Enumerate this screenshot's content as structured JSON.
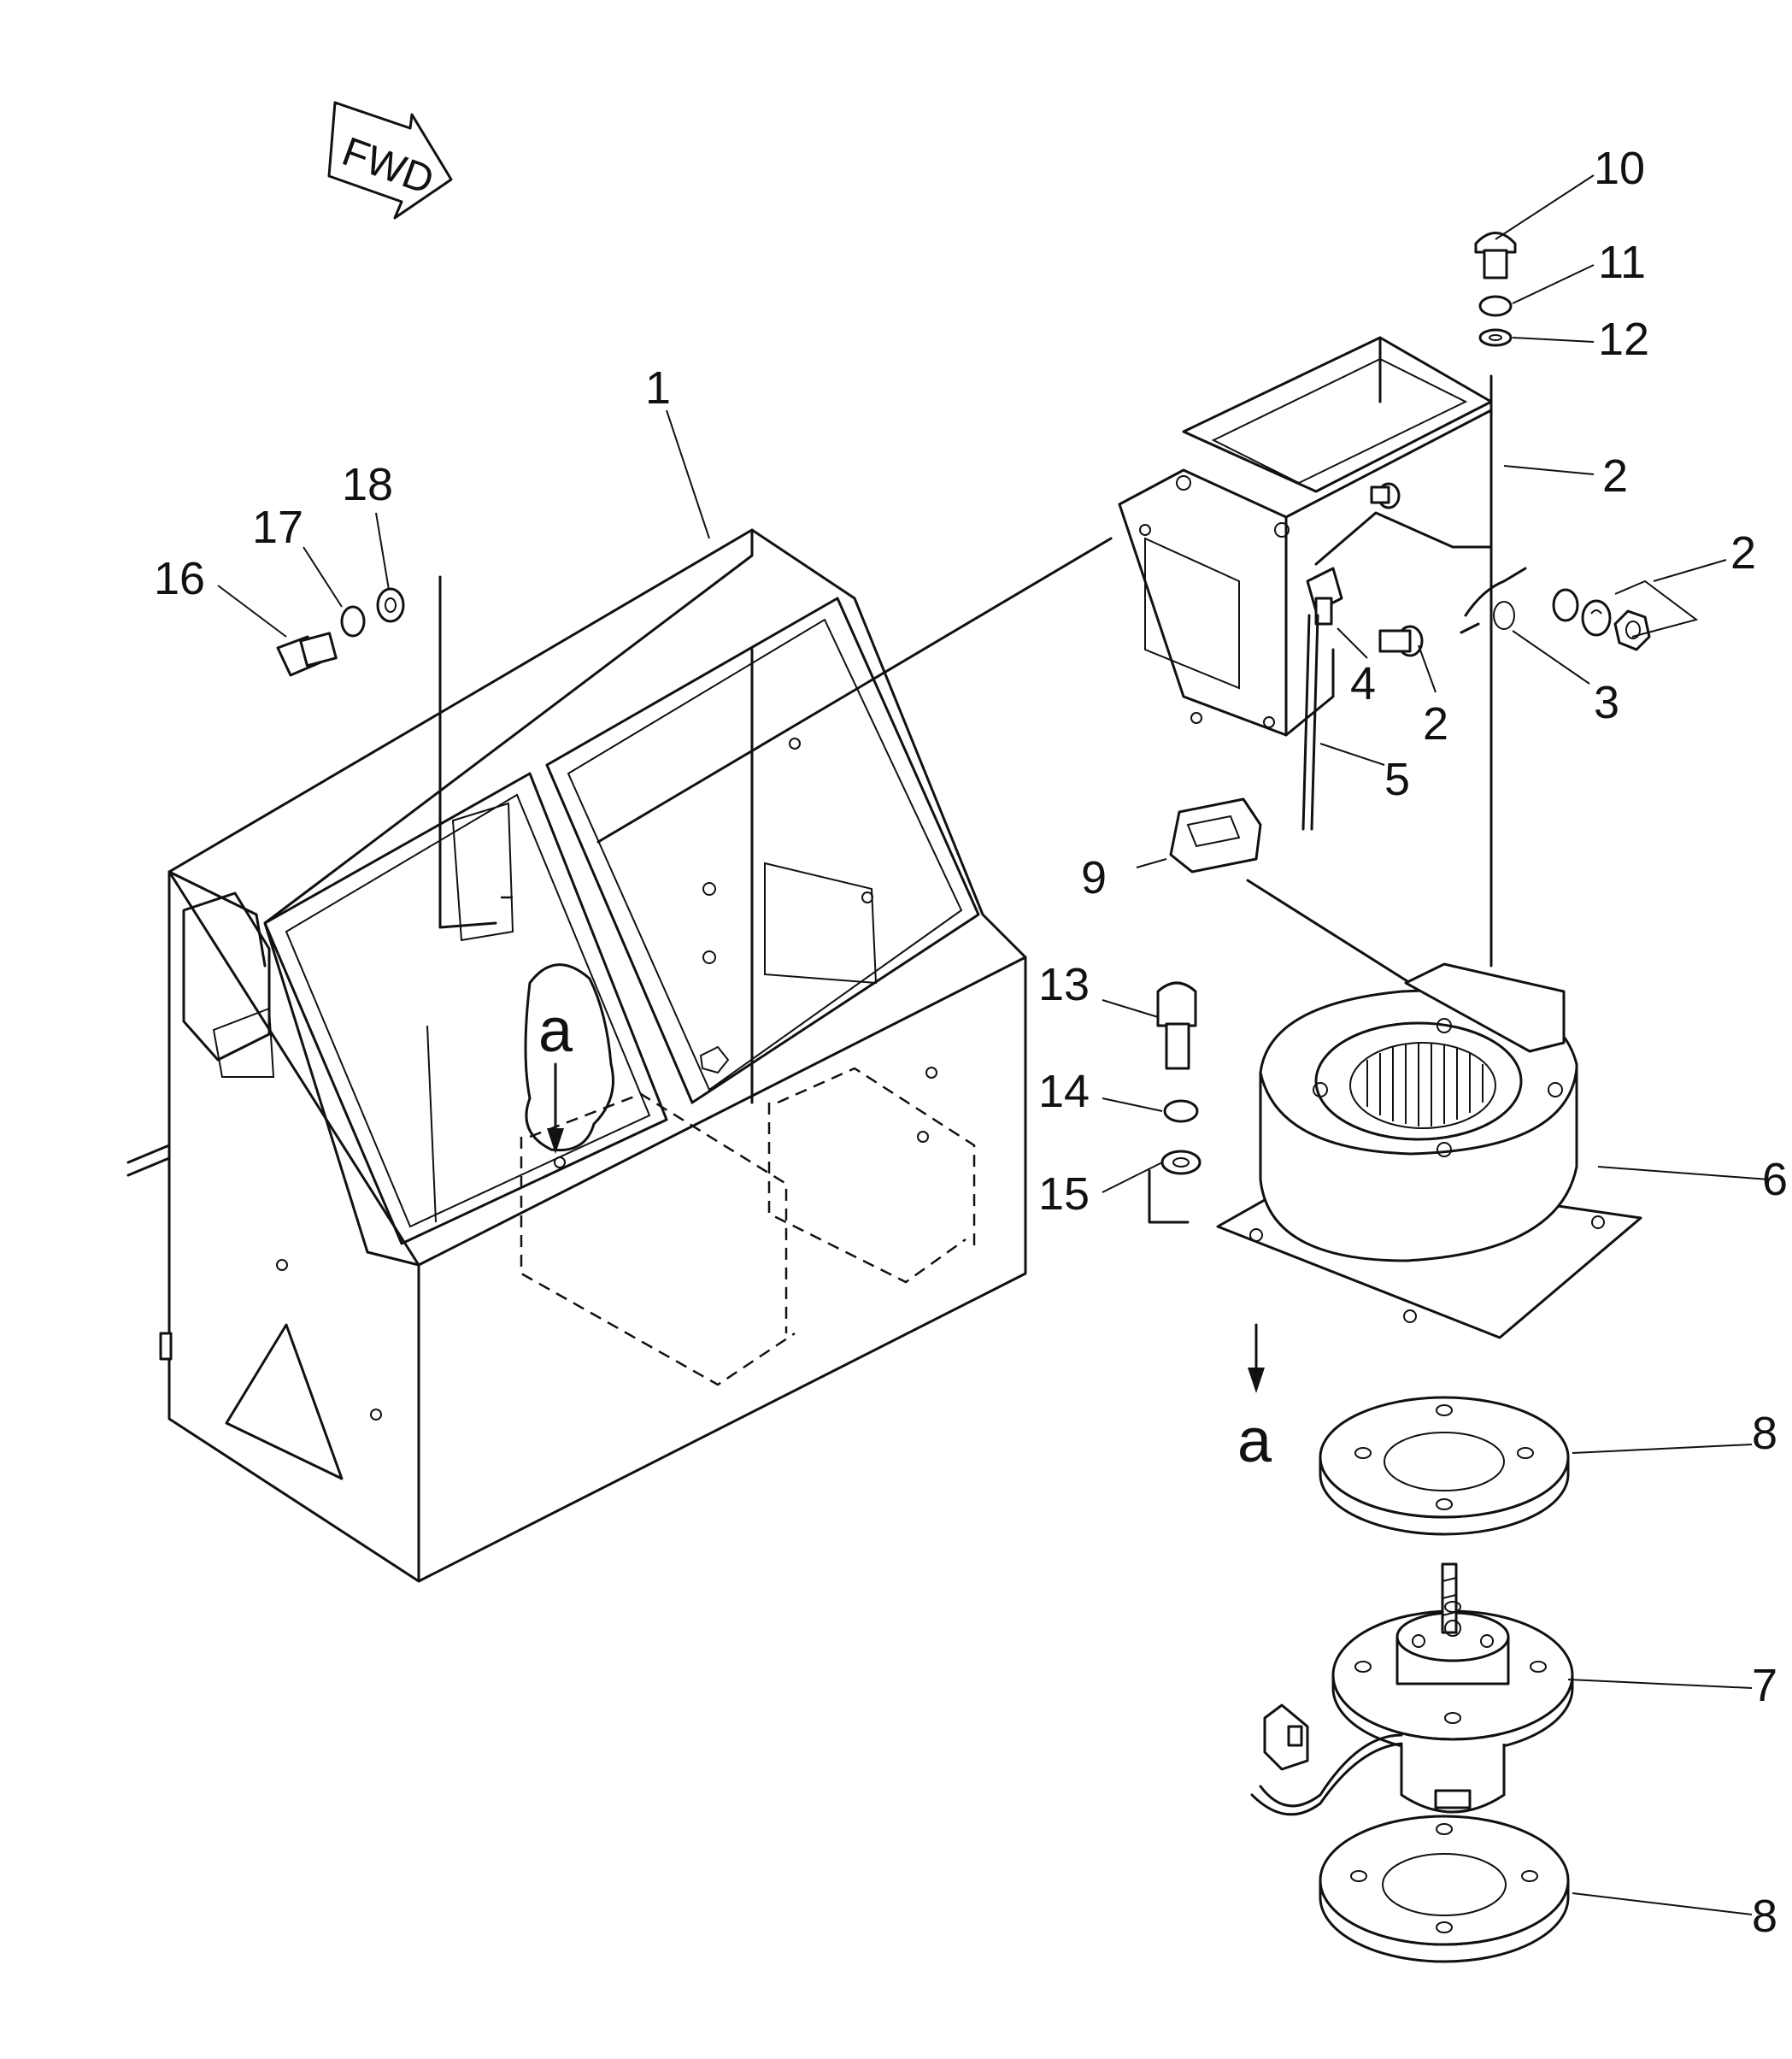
{
  "direction_marker": {
    "text": "FWD"
  },
  "view_labels": {
    "section_marker": "a",
    "section_view": "a"
  },
  "callouts": {
    "c1": "1",
    "c2a": "2",
    "c2b": "2",
    "c2c": "2",
    "c3": "3",
    "c4": "4",
    "c5": "5",
    "c6": "6",
    "c7": "7",
    "c8a": "8",
    "c8b": "8",
    "c9": "9",
    "c10": "10",
    "c11": "11",
    "c12": "12",
    "c13": "13",
    "c14": "14",
    "c15": "15",
    "c16": "16",
    "c17": "17",
    "c18": "18"
  }
}
